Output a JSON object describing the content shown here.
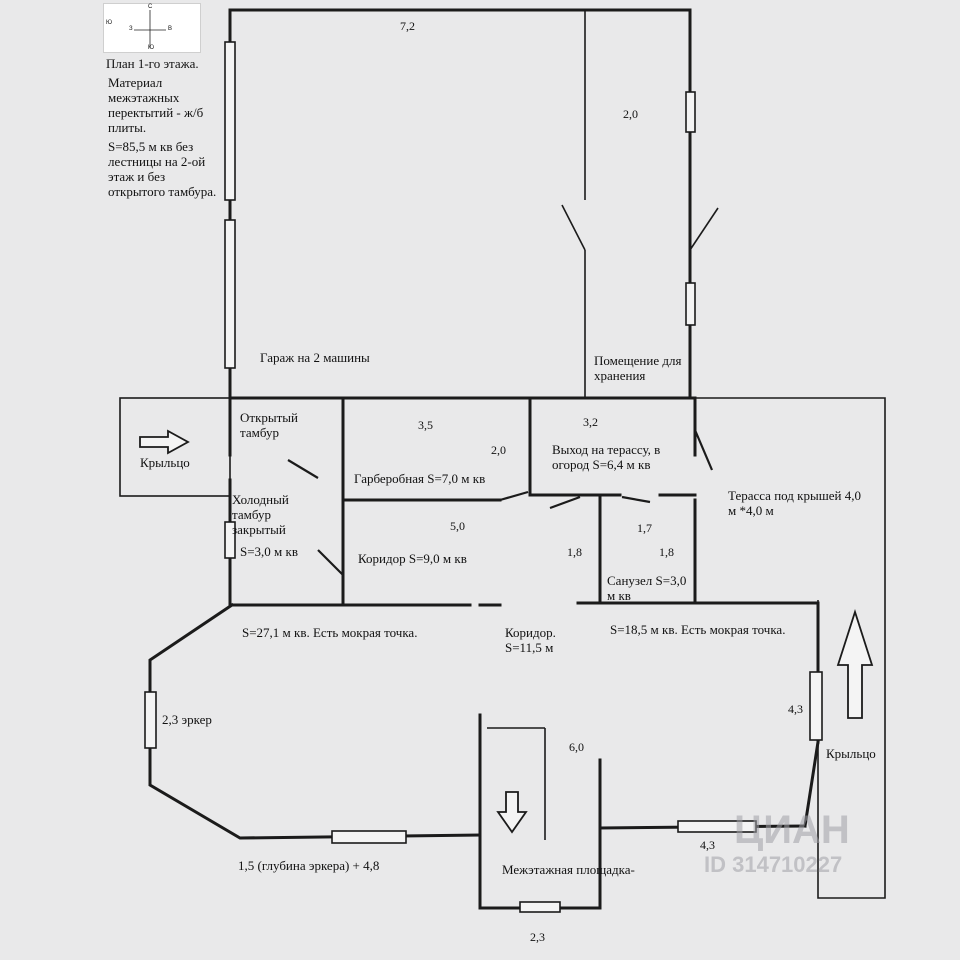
{
  "compass": {
    "n": "С",
    "s": "Ю",
    "e": "В",
    "w": "З",
    "w2": "Ю"
  },
  "notes": {
    "plan": "План 1-го этажа.",
    "material": "Материал межэтажных перектытий - ж/б плиты.",
    "area": "S=85,5 м кв без лестницы на 2-ой этаж и без открытого тамбура."
  },
  "rooms": {
    "garage": "Гараж на 2 машины",
    "storage": "Помещение для хранения",
    "open_vestibule": "Открытый тамбур",
    "porch_left": "Крыльцо",
    "cold_vestibule": "Холодный тамбур закрытый",
    "cold_vestibule_area": "S=3,0 м кв",
    "wardrobe": "Гарберобная  S=7,0 м кв",
    "terrace_exit": "Выход на терассу, в огород  S=6,4 м кв",
    "terrace": "Терасса под крышей 4,0 м *4,0 м",
    "corridor1": "Коридор  S=9,0 м кв",
    "bathroom": "Санузел S=3,0 м кв",
    "room_left": "S=27,1 м кв. Есть мокрая точка.",
    "corridor2": "Коридор. S=11,5 м",
    "room_right": "S=18,5 м кв. Есть мокрая точка.",
    "bay": "2,3 эркер",
    "porch_right": "Крыльцо",
    "landing": "Межэтажная площадка-",
    "bottom_dim": "1,5 (глубина эркера) + 4,8"
  },
  "dims": {
    "top": "7,2",
    "storage_w": "2,0",
    "wardrobe_w": "3,5",
    "exit_w": "3,2",
    "wardrobe_d": "2,0",
    "corr_w": "5,0",
    "corr_h": "1,8",
    "bath_w": "1,7",
    "bath_h": "1,8",
    "right_wall": "4,3",
    "hall_len": "6,0",
    "right_bottom": "4,3",
    "stair_w": "2,3"
  },
  "watermark": {
    "brand": "ЦИАН",
    "id": "ID 314710227"
  }
}
